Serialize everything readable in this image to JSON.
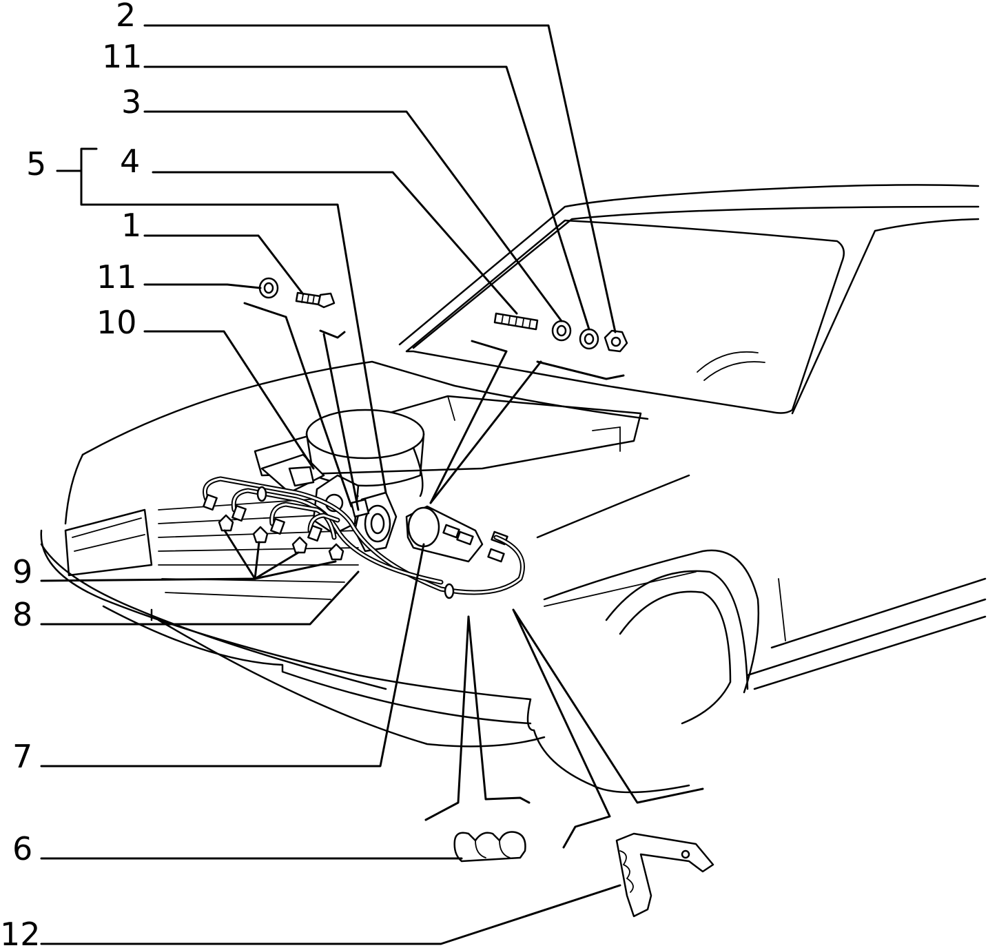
{
  "diagram": {
    "callouts": [
      {
        "id": "c2",
        "label": "2"
      },
      {
        "id": "c11a",
        "label": "11"
      },
      {
        "id": "c3",
        "label": "3"
      },
      {
        "id": "c5",
        "label": "5"
      },
      {
        "id": "c4",
        "label": "4"
      },
      {
        "id": "c1",
        "label": "1"
      },
      {
        "id": "c11b",
        "label": "11"
      },
      {
        "id": "c10",
        "label": "10"
      },
      {
        "id": "c9",
        "label": "9"
      },
      {
        "id": "c8",
        "label": "8"
      },
      {
        "id": "c7",
        "label": "7"
      },
      {
        "id": "c6",
        "label": "6"
      },
      {
        "id": "c12",
        "label": "12"
      }
    ]
  }
}
